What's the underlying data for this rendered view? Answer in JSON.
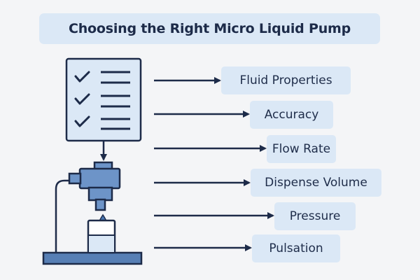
{
  "title": "Choosing the Right Micro Liquid Pump",
  "factors": [
    {
      "label": "Fluid Properties"
    },
    {
      "label": "Accuracy"
    },
    {
      "label": "Flow Rate"
    },
    {
      "label": "Dispense Volume"
    },
    {
      "label": "Pressure"
    },
    {
      "label": "Pulsation"
    }
  ],
  "icons": {
    "checklist": "checklist-icon",
    "pump": "micro-pump-icon",
    "arrow": "arrow-right-icon"
  },
  "colors": {
    "background": "#f4f5f7",
    "box_fill": "#dbe8f6",
    "stroke": "#1d2b49",
    "pump_blue": "#6d94c8",
    "stand_blue": "#577fb5"
  }
}
